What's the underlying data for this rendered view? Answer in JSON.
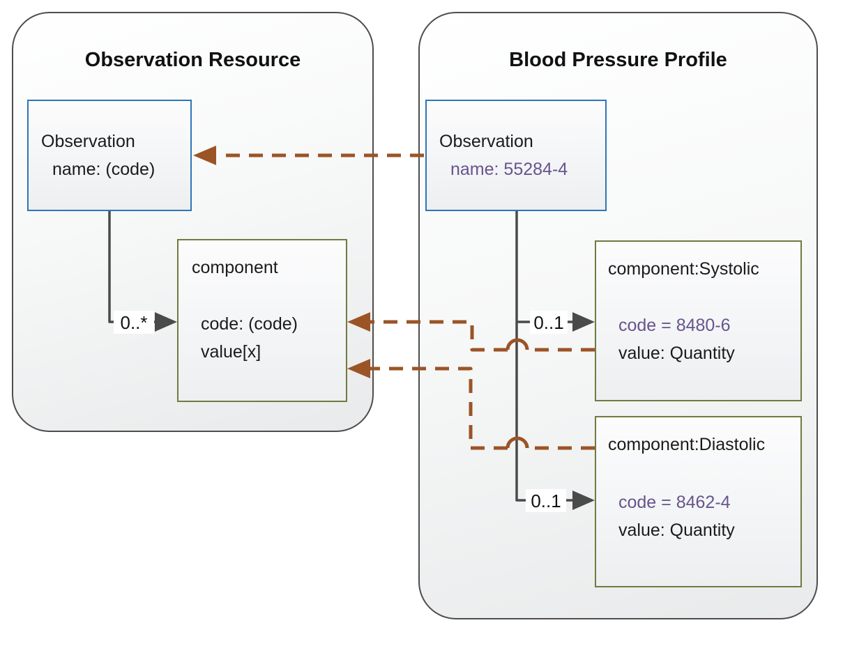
{
  "left_panel": {
    "title": "Observation Resource",
    "observation_box": {
      "title": "Observation",
      "attr": "name: (code)"
    },
    "component_box": {
      "title": "component",
      "rows": [
        "code: (code)",
        "value[x]"
      ]
    },
    "multiplicity": "0..*"
  },
  "right_panel": {
    "title": "Blood Pressure Profile",
    "observation_box": {
      "title": "Observation",
      "attr": "name: 55284-4"
    },
    "systolic_box": {
      "title": "component:Systolic",
      "code": "code = 8480-6",
      "value": "value: Quantity"
    },
    "diastolic_box": {
      "title": "component:Diastolic",
      "code": "code = 8462-4",
      "value": "value: Quantity"
    },
    "systolic_multiplicity": "0..1",
    "diastolic_multiplicity": "0..1"
  },
  "colors": {
    "container_border": "#4d4d4d",
    "observation_box_border": "#2e75b6",
    "component_box_border": "#6f7b40",
    "constraint_text": "#68548e",
    "derivation_arrow": "#9b5426",
    "association_line": "#4a4a4a"
  }
}
